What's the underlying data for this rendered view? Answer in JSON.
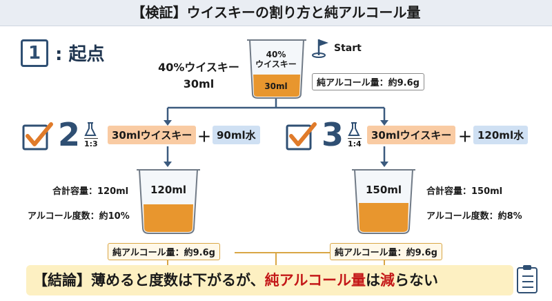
{
  "title": "【検証】ウイスキーの割り方と純アルコール量",
  "step1": {
    "number": "1",
    "label": ": 起点",
    "whisky_line1": "40%ウイスキー",
    "whisky_line2": "30ml",
    "beaker_pct": "40%",
    "beaker_name": "ウイスキー",
    "beaker_volume": "30ml",
    "start_label": "Start",
    "pure_alcohol": "純アルコール量：約9.6g"
  },
  "step2": {
    "number": "2",
    "ratio": "1:3",
    "whisky": "30mlウイスキー",
    "plus": "＋",
    "water": "90ml水",
    "beaker_volume": "120ml",
    "total_volume": "合計容量：120ml",
    "abv": "アルコール度数：約10%",
    "pure_alcohol": "純アルコール量：約9.6g"
  },
  "step3": {
    "number": "3",
    "ratio": "1:4",
    "whisky": "30mlウイスキー",
    "plus": "＋",
    "water": "120ml水",
    "beaker_volume": "150ml",
    "total_volume": "合計容量：150ml",
    "abv": "アルコール度数：約8%",
    "pure_alcohol": "純アルコール量：約9.6g"
  },
  "conclusion": {
    "part1": "【結論】薄めると度数は下がるが、",
    "part2": "純アルコール量",
    "part3": "は",
    "part4": "減",
    "part5": "らない"
  },
  "colors": {
    "accent_navy": "#2f4f73",
    "check_orange": "#e07b2a",
    "liquid_amber": "#e8962e",
    "conclusion_bg": "#fdf0c2",
    "highlight_red": "#c41818"
  },
  "icons": [
    "flag-icon",
    "checkbox-icon",
    "flask-icon",
    "clipboard-icon"
  ]
}
